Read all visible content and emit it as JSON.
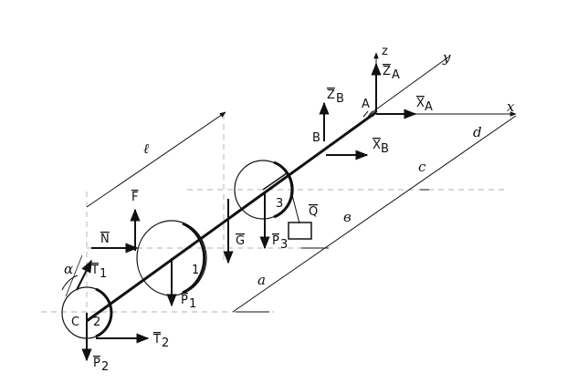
{
  "axes": {
    "x": "x",
    "y": "y",
    "z": "z"
  },
  "points": {
    "A": "A",
    "B": "B",
    "C": "C"
  },
  "disks": {
    "d1": "1",
    "d2": "2",
    "d3": "3"
  },
  "forces": {
    "ZA": "Z",
    "ZA_sub": "A",
    "XA": "X",
    "XA_sub": "A",
    "ZB": "Z",
    "ZB_sub": "B",
    "XB": "X",
    "XB_sub": "B",
    "Q": "Q",
    "P3": "P",
    "P3_sub": "3",
    "G": "G",
    "F": "F",
    "N": "N",
    "P1": "P",
    "P1_sub": "1",
    "T1": "T",
    "T1_sub": "1",
    "T2": "T",
    "T2_sub": "2",
    "P2": "P",
    "P2_sub": "2"
  },
  "dimensions": {
    "l": "ℓ",
    "a": "a",
    "b": "в",
    "c": "c",
    "d": "d"
  },
  "angle": "α"
}
